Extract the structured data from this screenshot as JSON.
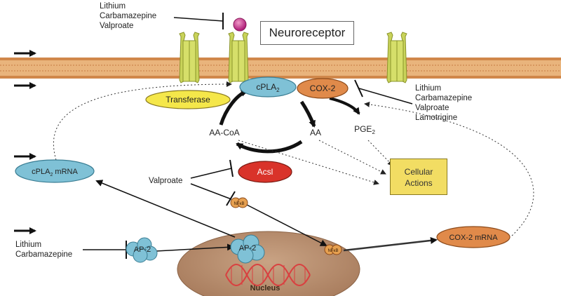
{
  "title_box": "Neuroreceptor",
  "drug_groups": {
    "top_left": [
      "Lithium",
      "Carbamazepine",
      "Valproate"
    ],
    "right": [
      "Lithium",
      "Carbamazepine",
      "Valproate",
      "Lamotrigine"
    ],
    "acsl": "Valproate",
    "bottom_left": [
      "Lithium",
      "Carbamazepine"
    ]
  },
  "nodes": {
    "transferase": "Transferase",
    "cpla2": "cPLA",
    "cpla2_sub": "2",
    "cox2": "COX-2",
    "aacoa": "AA-CoA",
    "aa": "AA",
    "pge": "PGE",
    "pge_sub": "2",
    "acsl": "Acsl",
    "cpla2_mrna_pre": "cPLA",
    "cpla2_mrna_sub": "2",
    "cpla2_mrna_post": " mRNA",
    "nfkb": "NFκB",
    "ap2": "AP-2",
    "cox2_mrna": "COX-2 mRNA",
    "nucleus": "Nucleus",
    "cellular_line1": "Cellular",
    "cellular_line2": "Actions"
  },
  "colors": {
    "membrane": "#e0a56a",
    "receptor": "#c9d35a",
    "cpla2": "#7fc1d6",
    "cox2": "#e08a4a",
    "transferase": "#f5e74a",
    "acsl": "#d9332a",
    "nucleus": "#b58b6c",
    "cellular": "#f2dd63",
    "ligand": "#c4308a",
    "dna_red": "#d94040"
  }
}
